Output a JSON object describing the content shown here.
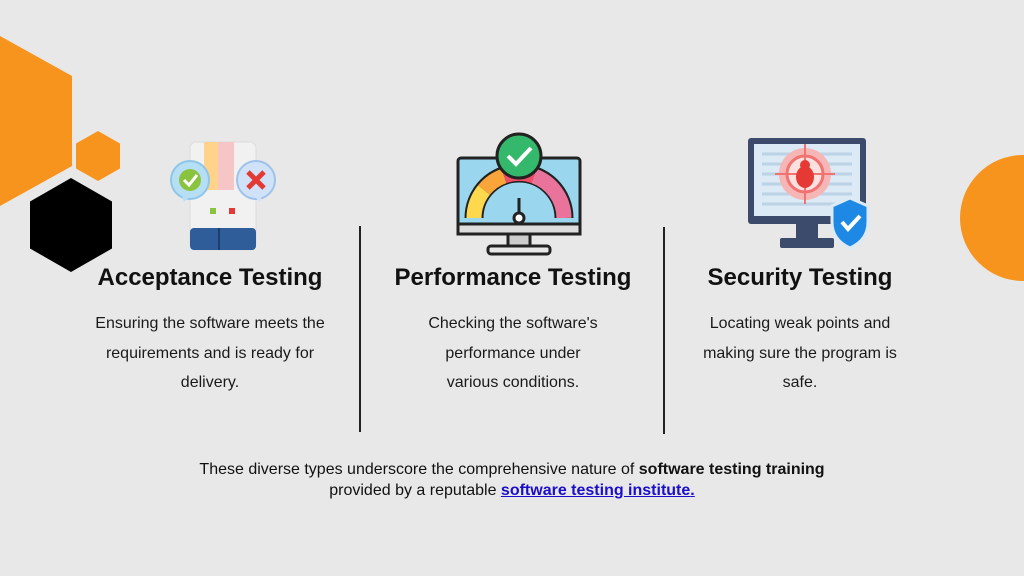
{
  "columns": [
    {
      "title": "Acceptance Testing",
      "description": "Ensuring the software meets the requirements and is ready for delivery.",
      "icon": "phone-approve-reject-icon"
    },
    {
      "title": "Performance Testing",
      "description": "Checking the software's performance under various conditions.",
      "icon": "speedometer-monitor-icon"
    },
    {
      "title": "Security Testing",
      "description": "Locating weak points and making sure the program is safe.",
      "icon": "bug-shield-monitor-icon"
    }
  ],
  "footer": {
    "text_before": "These diverse types underscore the comprehensive nature of ",
    "bold_text": "software testing training",
    "text_middle": "provided by a reputable ",
    "link_text": "software testing institute",
    "text_after": "."
  },
  "colors": {
    "orange": "#f7941d",
    "black": "#000000",
    "link": "#1a0dcc"
  }
}
